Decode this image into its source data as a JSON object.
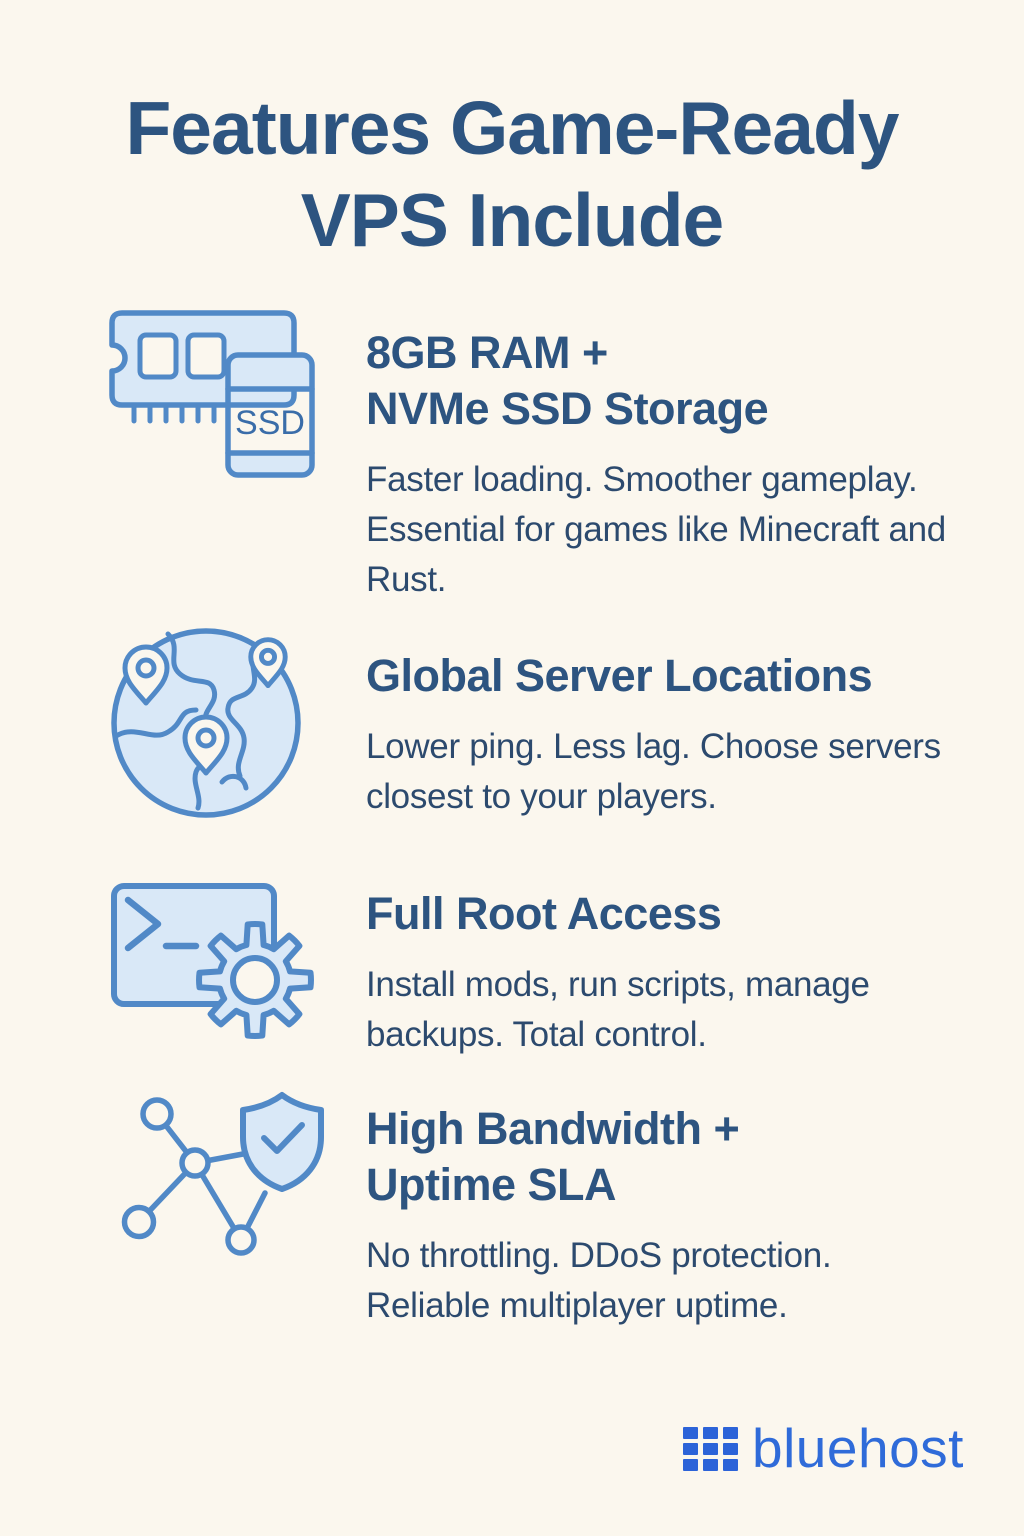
{
  "colors": {
    "background": "#fbf7ee",
    "heading_text": "#2d5480",
    "body_text": "#2c4a6e",
    "icon_stroke": "#5189c7",
    "icon_fill": "#d9e8f7",
    "logo_blue": "#2c63d8"
  },
  "title": {
    "lines": [
      "Features Game-Ready",
      "VPS Include"
    ]
  },
  "features": [
    {
      "icon": "ram-ssd-icon",
      "icon_text": "SSD",
      "title_lines": [
        "8GB RAM +",
        "NVMe SSD Storage"
      ],
      "body_lines": [
        "Faster loading. Smoother gameplay.",
        "Essential for games like Minecraft and",
        "Rust."
      ]
    },
    {
      "icon": "globe-pins-icon",
      "title_lines": [
        "Global Server Locations"
      ],
      "body_lines": [
        "Lower ping. Less lag. Choose servers",
        "closest to your players."
      ]
    },
    {
      "icon": "terminal-gear-icon",
      "title_lines": [
        "Full Root Access"
      ],
      "body_lines": [
        "Install mods, run scripts, manage",
        "backups. Total control."
      ]
    },
    {
      "icon": "network-shield-icon",
      "title_lines": [
        "High Bandwidth +",
        "Uptime SLA"
      ],
      "body_lines": [
        "No throttling. DDoS protection.",
        "Reliable multiplayer uptime."
      ]
    }
  ],
  "footer": {
    "brand": "bluehost"
  }
}
